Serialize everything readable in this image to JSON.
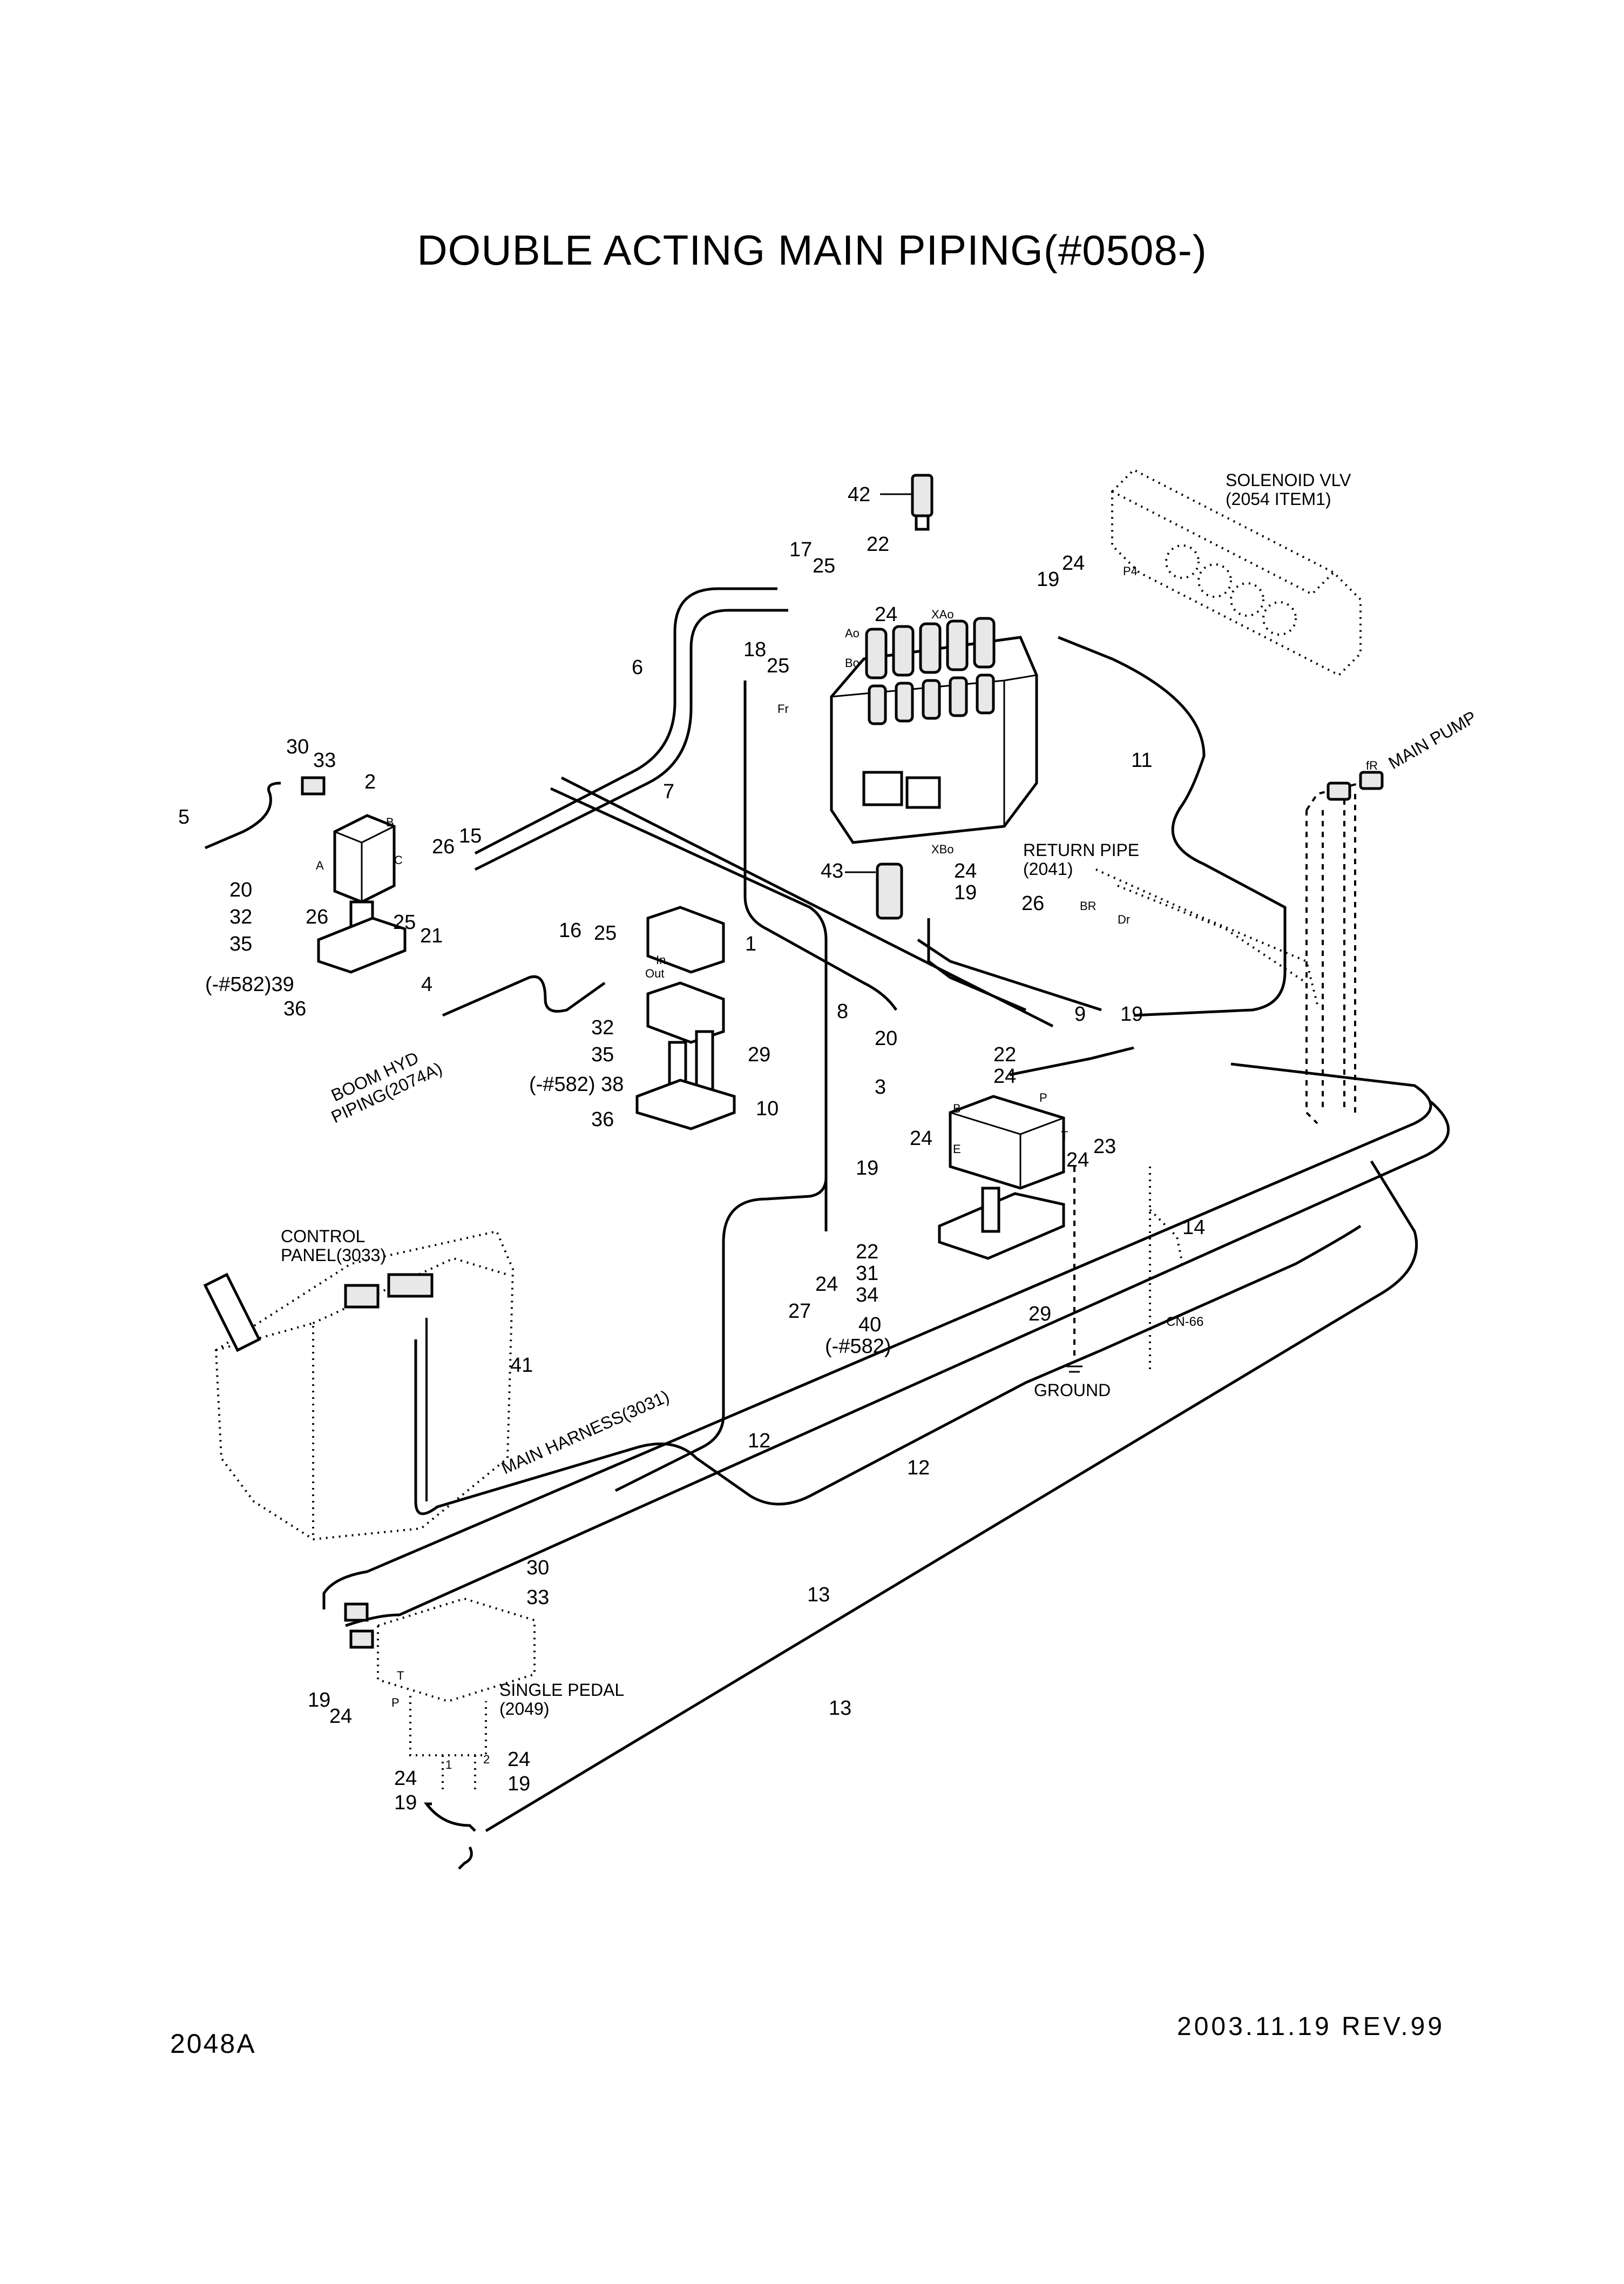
{
  "title": "DOUBLE ACTING MAIN PIPING(#0508-)",
  "drawing_number": "2048A",
  "date_revision": "2003.11.19  REV.99",
  "callouts": {
    "n42": "42",
    "n22a": "22",
    "n17": "17",
    "n25a": "25",
    "n24a": "24",
    "n19a": "19",
    "n24b": "24",
    "n6": "6",
    "n18": "18",
    "n25b": "25",
    "n11": "11",
    "n30a": "30",
    "n33a": "33",
    "n2": "2",
    "n5": "5",
    "n26a": "26",
    "n15": "15",
    "n7": "7",
    "n20a": "20",
    "n26b": "26",
    "n25c": "25",
    "n21": "21",
    "n32a": "32",
    "n35a": "35",
    "n39": "(-#582)39",
    "n36a": "36",
    "n43": "43",
    "n24c": "24",
    "n19b": "19",
    "n26c": "26",
    "n16": "16",
    "n25d": "25",
    "n1": "1",
    "n4": "4",
    "n8": "8",
    "n20b": "20",
    "n9": "9",
    "n19c": "19",
    "n32b": "32",
    "n35b": "35",
    "n29a": "29",
    "n38": "(-#582) 38",
    "n36b": "36",
    "n10": "10",
    "n3": "3",
    "n22b": "22",
    "n24d": "24",
    "n23": "23",
    "n24e": "24",
    "n24f": "24",
    "n19d": "19",
    "n14": "14",
    "n22c": "22",
    "n31": "31",
    "n24g": "24",
    "n34": "34",
    "n27": "27",
    "n40": "40",
    "n582": "(-#582)",
    "n29b": "29",
    "n41": "41",
    "n12a": "12",
    "n12b": "12",
    "n30b": "30",
    "n33b": "33",
    "n13a": "13",
    "n13b": "13",
    "n19e": "19",
    "n24h": "24",
    "n24i": "24",
    "n24j": "24",
    "n19f": "19",
    "n19g": "19"
  },
  "labels": {
    "solenoid": "SOLENOID VLV",
    "solenoid_ref": "(2054 ITEM1)",
    "return_pipe": "RETURN PIPE",
    "return_ref": "(2041)",
    "main_pump": "MAIN PUMP",
    "boom_hyd": "BOOM HYD",
    "boom_ref": "PIPING(2074A)",
    "control_panel": "CONTROL",
    "control_ref": "PANEL(3033)",
    "main_harness": "MAIN HARNESS(3031)",
    "single_pedal": "SINGLE PEDAL",
    "single_pedal_ref": "(2049)",
    "ground": "GROUND",
    "cn66": "CN-66"
  },
  "ports": {
    "p4": "P4",
    "xao": "XAo",
    "ao": "Ao",
    "bo": "Bo",
    "fr": "Fr",
    "xbo": "XBo",
    "br": "BR",
    "dr": "Dr",
    "in": "In",
    "out": "Out",
    "a": "A",
    "b": "B",
    "c": "C",
    "fr2": "fR",
    "p": "P",
    "t": "T",
    "e": "E",
    "b2": "B",
    "t2": "T",
    "p2": "P",
    "one": "1",
    "two": "2"
  }
}
